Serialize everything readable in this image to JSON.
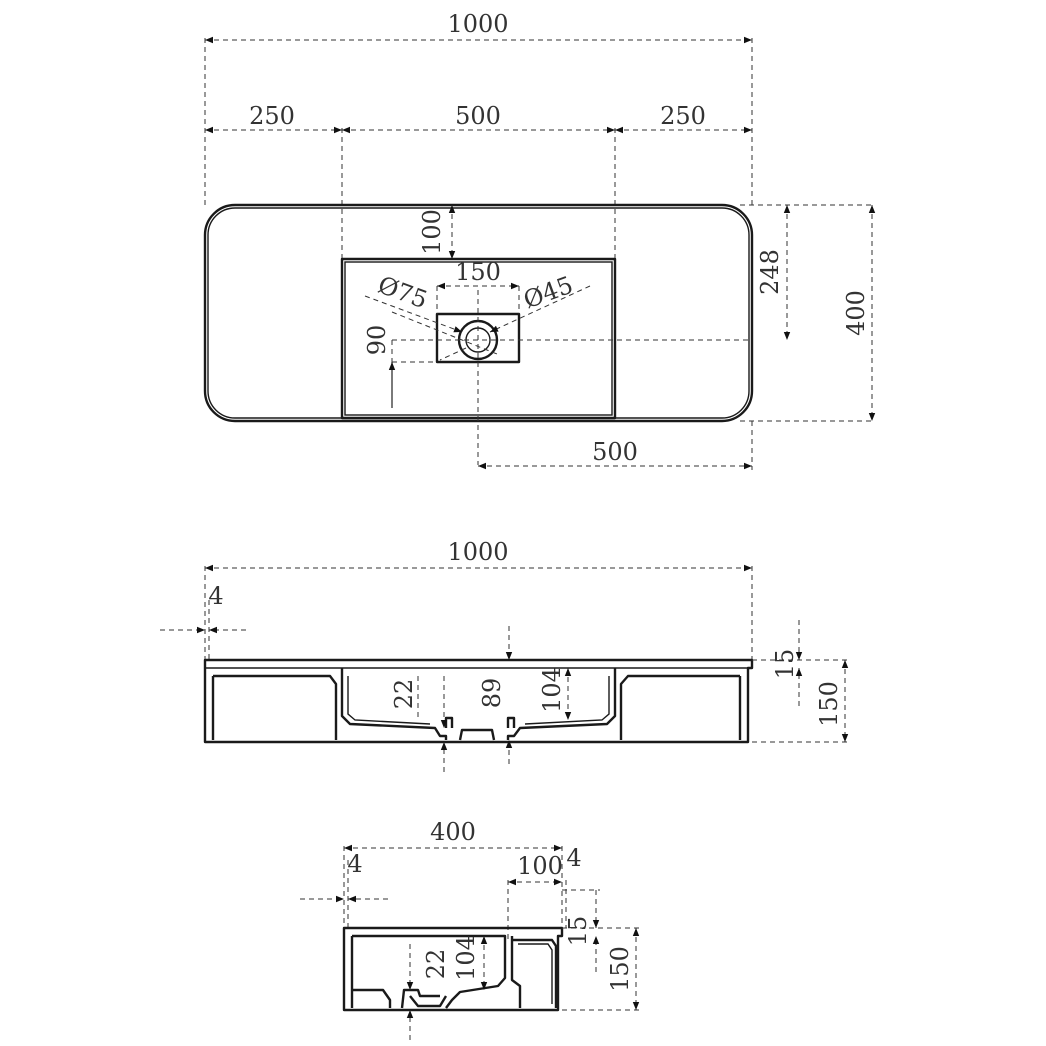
{
  "top_view": {
    "overall_width": "1000",
    "left_margin": "250",
    "basin_width": "500",
    "right_margin": "250",
    "top_to_basin": "100",
    "drain_spacing": "150",
    "drain_outer_diameter": "Ø75",
    "drain_inner_diameter": "Ø45",
    "drain_offset": "90",
    "drain_depth_from_edge": "248",
    "overall_depth": "400",
    "drain_to_right": "500"
  },
  "front_view": {
    "overall_width": "1000",
    "edge_thickness": "4",
    "rim_thickness": "15",
    "overall_height": "150",
    "drain_depth": "22",
    "basin_depth_mid": "89",
    "basin_depth": "104"
  },
  "side_view": {
    "overall_width": "400",
    "edge_thickness_left": "4",
    "ledge_width": "100",
    "edge_thickness_right": "4",
    "rim_thickness": "15",
    "overall_height": "150",
    "drain_depth": "22",
    "basin_depth": "104"
  }
}
